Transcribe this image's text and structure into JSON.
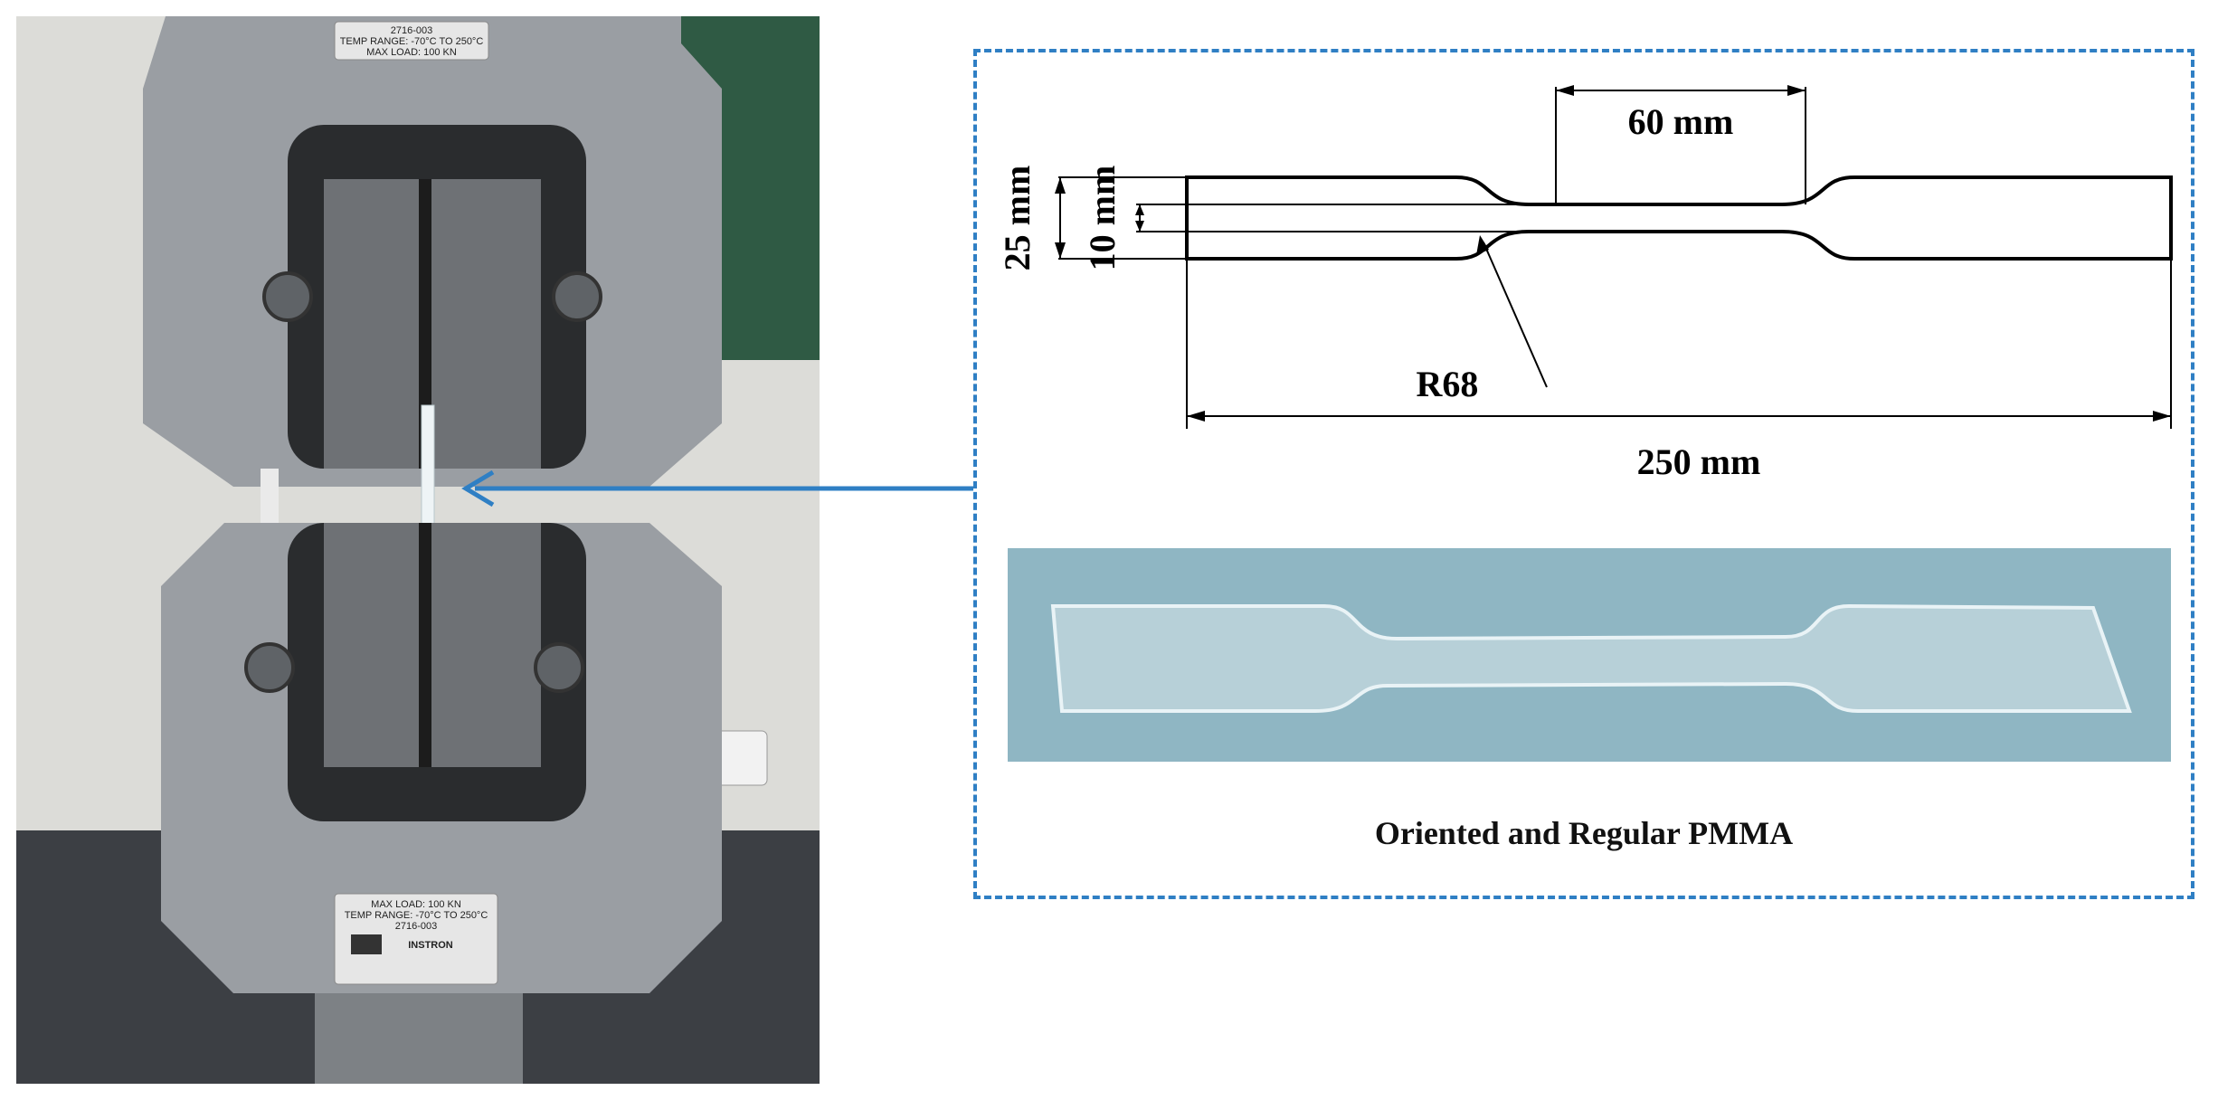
{
  "photo": {
    "top_plate": {
      "lines": [
        "2716-003",
        "TEMP RANGE: -70°C TO 250°C",
        "MAX LOAD: 100 KN"
      ]
    },
    "bottom_plate": {
      "lines": [
        "MAX LOAD: 100 KN",
        "TEMP RANGE: -70°C TO 250°C",
        "2716-003",
        "INSTRON"
      ]
    }
  },
  "diagram": {
    "dim_60": "60 mm",
    "dim_25": "25 mm",
    "dim_10": "10 mm",
    "radius": "R68",
    "dim_250": "250 mm",
    "caption": "Oriented and Regular PMMA"
  },
  "colors": {
    "arrow": "#2f7fc4",
    "dashed_border": "#2f7fc4",
    "specimen_photo_bg": "#8fb6c3"
  }
}
